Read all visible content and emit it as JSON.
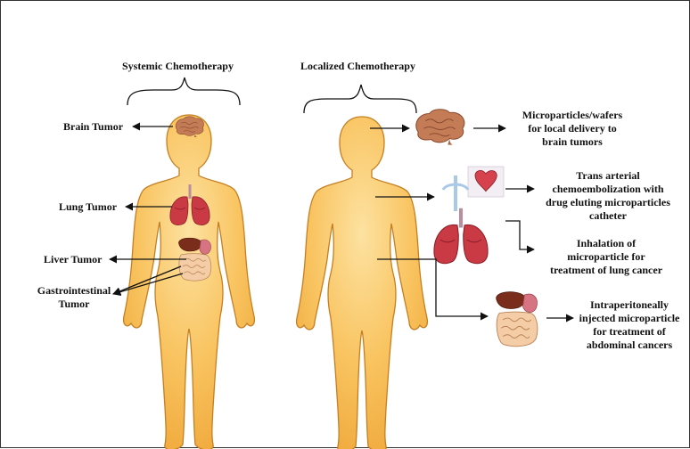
{
  "titles": {
    "systemic": "Systemic Chemotherapy",
    "localized": "Localized Chemotherapy"
  },
  "systemic_labels": {
    "brain": "Brain  Tumor",
    "lung": "Lung Tumor",
    "liver": "Liver Tumor",
    "gi_line1": "Gastrointestinal",
    "gi_line2": "Tumor"
  },
  "localized_labels": {
    "brain": [
      "Microparticles/wafers",
      "for local delivery to",
      "brain tumors"
    ],
    "tace": [
      "Trans arterial",
      "chemoembolization with",
      "drug eluting microparticles",
      "catheter"
    ],
    "inhalation": [
      "Inhalation of",
      "microparticle for",
      "treatment of lung cancer"
    ],
    "abdominal": [
      "Intraperitoneally",
      "injected microparticle",
      "for treatment of",
      "abdominal cancers"
    ]
  },
  "colors": {
    "skin": "#f9bf57",
    "skin_outline": "#b8741a",
    "skin_highlight": "#fde2a1",
    "brain": "#c07a56",
    "lung": "#c5303a",
    "liver": "#7a2e1a",
    "stomach": "#d8707f",
    "intestine": "#f3c6a0",
    "arrow": "#111111"
  }
}
